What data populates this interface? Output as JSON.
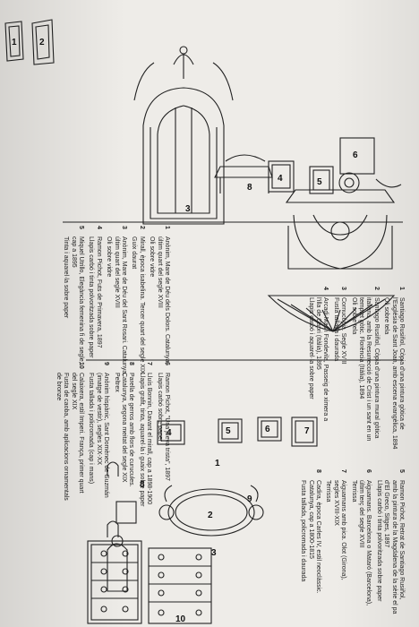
{
  "labels": {
    "s1": "1",
    "s2": "2",
    "s3": "3",
    "s4": "4",
    "s5": "5",
    "s6": "6",
    "s8": "8",
    "a1": "1",
    "a2": "2",
    "a3": "3",
    "a4": "4",
    "a5": "5",
    "a6": "6",
    "a7": "7",
    "a8": "8",
    "a9": "9",
    "a10": "10"
  },
  "upper_right": [
    {
      "num": "1",
      "lines": [
        "Santiago Rusiñol, Còpia d'una pintura gòtica de",
        "l'Església de Sant Joan, amb escena evangèlica, 1894",
        "Oli sobre tela"
      ]
    },
    {
      "num": "2",
      "lines": [
        "Santiago Rusiñol, Còpia d'una pintura mural gòtica",
        "italiana, amb la Resurrecció de Crist i un sant en un",
        "templet gòtic. Florència (Itàlia), 1894",
        "Oli sobre tela"
      ]
    },
    {
      "num": "3",
      "lines": [
        "Cornucòpia. Segle XVIII",
        "Fusta tallada i daurada"
      ]
    },
    {
      "num": "4",
      "lines": [
        "Arcadi Mas i Fondevila, Passeig de ximera a",
        "l'illa de Capri (Itàlia), 1895",
        "Llapis carbó i aquarel·la sobre paper"
      ]
    }
  ],
  "upper_left": [
    {
      "num": "1",
      "lines": [
        "Anònim, Mare de Déu dels Dolors. Catalunya,",
        "últim quart del segle XVIII",
        "Oli sobre vidre"
      ]
    },
    {
      "num": "2",
      "lines": [
        "Mirall, època isabelina. Tercer quart del segle XIX",
        "Guix daurat"
      ]
    },
    {
      "num": "3",
      "lines": [
        "Anònim, Mare de Déu del Sant Rosari. Catalunya,",
        "últim quart del segle XVIII",
        "Oli sobre vidre"
      ]
    },
    {
      "num": "4",
      "lines": [
        "Ramon Pichot, Futs de Primavera, 1897",
        "Llapis carbó i tinta polvoritzada sobre paper"
      ]
    },
    {
      "num": "5",
      "lines": [
        "Miquel Utrillo, Elegància femenina fi de segle,",
        "cap a 1895",
        "Tinta i aquarel·la sobre paper"
      ]
    }
  ],
  "lower_right": [
    {
      "num": "5",
      "lines": [
        "Ramon Pichot, Retrat de Santiago Rusiñol,",
        "amb la pintura de la Magdalena de la sèrie el pa",
        "d'El Greco, Sitges, 1897",
        "Llapis carbó i tinta polvoritzada sobre paper"
      ]
    },
    {
      "num": "6",
      "lines": [
        "Aiguamans. Barcelona o Mataró (Barcelona),",
        "últim terç del segle XVIII",
        "Terrissa"
      ]
    },
    {
      "num": "7",
      "lines": [
        "Aiguamans amb pica. Olot (Girona),",
        "segles XVIII-XIX",
        "Terrissa"
      ]
    },
    {
      "num": "8",
      "lines": [
        "Cadira, època Carles IV, estil neoclàssic.",
        "Catalunya, cap a 1800-1815",
        "Fusta tallada, policromada i daurada"
      ]
    }
  ],
  "lower_left": [
    {
      "num": "6",
      "lines": [
        "Ramon Pichot, \"Una jueva trista\", 1897",
        "Llapis carbó sobre paper"
      ]
    },
    {
      "num": "7",
      "lines": [
        "Lluís Bonnin, Davant el mirall, cap a 1898-1900",
        "Llapis grafit, tinta, aquarel·la i guaix sobre paper"
      ]
    },
    {
      "num": "8",
      "lines": [
        "Parella de gerros amb flors de curucules.",
        "Catalunya, segona meitat del segle XIX",
        "Peltrex"
      ]
    },
    {
      "num": "9",
      "lines": [
        "Anònim hispànic, Sant Domènec de Guzmán",
        "(imatge de vestir), segles XIX-XX",
        "Fusta tallada i policromada (cap i mans)"
      ]
    },
    {
      "num": "10",
      "lines": [
        "Calaixera, estil Imperi. França, primer quart",
        "del segle XIX",
        "Fusta de caoba, amb aplicacions ornamentals",
        "de bronze"
      ]
    }
  ]
}
